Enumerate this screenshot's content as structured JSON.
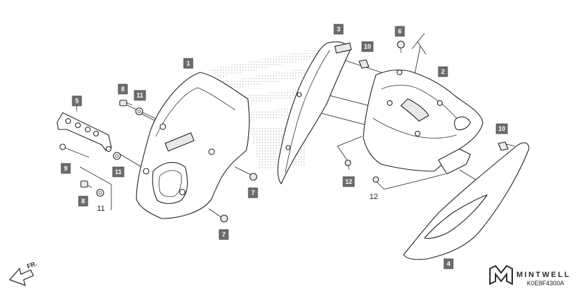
{
  "diagram": {
    "callouts": [
      "1",
      "2",
      "3",
      "4",
      "5",
      "6",
      "7",
      "7",
      "8",
      "8",
      "9",
      "10",
      "10",
      "11",
      "11",
      "11",
      "12",
      "12"
    ],
    "direction_label": "FR.",
    "part_code": "K0E8F4300A",
    "watermark_brand": "MINTWELL",
    "colors": {
      "callout_fill": "#6e6e6e",
      "line": "#222222",
      "dots": "#b5b5b5"
    }
  }
}
